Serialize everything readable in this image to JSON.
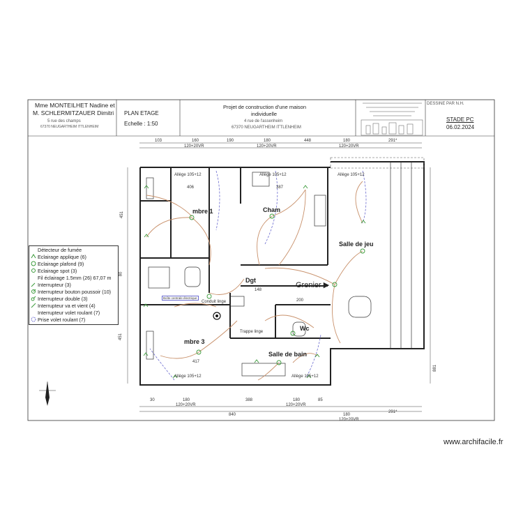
{
  "title_block": {
    "owners_line1": "Mme MONTEILHET Nadine et",
    "owners_line2": "M. SCHLERMITZAUER Dimitri",
    "owners_line3": "5 rue des champs",
    "owners_line4": "67370 NEUGARTHEIM ITTLENHEIM",
    "plan_title": "PLAN ETAGE",
    "scale": "Echelle : 1:50",
    "project_line1": "Projet de construction d'une maison",
    "project_line2": "individuelle",
    "project_line3": "4 rue de l'assenheim",
    "project_line4": "67370 NEUGARTHEIM ITTLENHEIM",
    "drawn_by": "DESSINE PAR N.H.",
    "stage": "STADE PC",
    "date": "06.02.2024"
  },
  "legend": {
    "items": [
      {
        "icon": "smoke-detector-icon",
        "label": "Détecteur de fumée"
      },
      {
        "icon": "wall-light-icon",
        "label": "Eclairage applique (6)"
      },
      {
        "icon": "ceiling-light-icon",
        "label": "Eclairage plafond (9)"
      },
      {
        "icon": "spot-light-icon",
        "label": "Eclairage spot (3)"
      },
      {
        "icon": "wire-icon",
        "label": "Fil éclairage 1.5mm (26) 67,07 m"
      },
      {
        "icon": "switch-icon",
        "label": "Interrupteur (3)"
      },
      {
        "icon": "push-switch-icon",
        "label": "Interrupteur bouton poussoir (10)"
      },
      {
        "icon": "double-switch-icon",
        "label": "Interrupteur double (3)"
      },
      {
        "icon": "two-way-switch-icon",
        "label": "Interrupteur va et vient (4)"
      },
      {
        "icon": "shutter-switch-icon",
        "label": "Interrupteur volet roulant (7)"
      },
      {
        "icon": "shutter-socket-icon",
        "label": "Prise volet roulant (7)"
      }
    ]
  },
  "rooms": {
    "chambre1": "mbre 1",
    "chambre": "Cham",
    "salle_de_jeu": "Salle de jeu",
    "dgt": "Dgt",
    "grenier": "Grenier ▶",
    "wc": "Wc",
    "chambre3": "mbre 3",
    "salle_de_bain": "Salle de bain"
  },
  "dims_top": {
    "d1": "103",
    "d2": "160",
    "d2b": "120+20VR",
    "d3": "190",
    "d4": "180",
    "d4b": "120+20VR",
    "d5": "448",
    "d6": "180",
    "d6b": "120+20VR",
    "d7": "291*"
  },
  "dims_bottom": {
    "d1": "30",
    "d2": "180",
    "d2b": "120+20VR",
    "d3": "388",
    "d4": "180",
    "d4b": "120+20VR",
    "d5": "85",
    "d6": "291*",
    "total": "840",
    "d7": "180",
    "d7b": "120+20VR"
  },
  "dims_left": {
    "l1": "451",
    "l2": "80",
    "l3": "451"
  },
  "dims_right": {
    "r1": "881"
  },
  "inner_labels": {
    "allege_a": "Allège 105+12",
    "allege_b": "Allège 105+12",
    "allege_c": "Allège 105+12",
    "allege_d": "Allège 105+12",
    "allege_e": "Allège 105+12",
    "w406": "406",
    "w387": "387",
    "w417": "417",
    "w200": "200",
    "w148": "148",
    "trappe": "Trappe linge",
    "conduit": "Conduit linge",
    "detecteur": "Boîte centrale électrique"
  },
  "watermark": "www.archifacile.fr",
  "colors": {
    "wire": "#c8906a",
    "switch": "#3a9a3a",
    "dashed_blue": "#6a6acf",
    "wall": "#222222"
  }
}
